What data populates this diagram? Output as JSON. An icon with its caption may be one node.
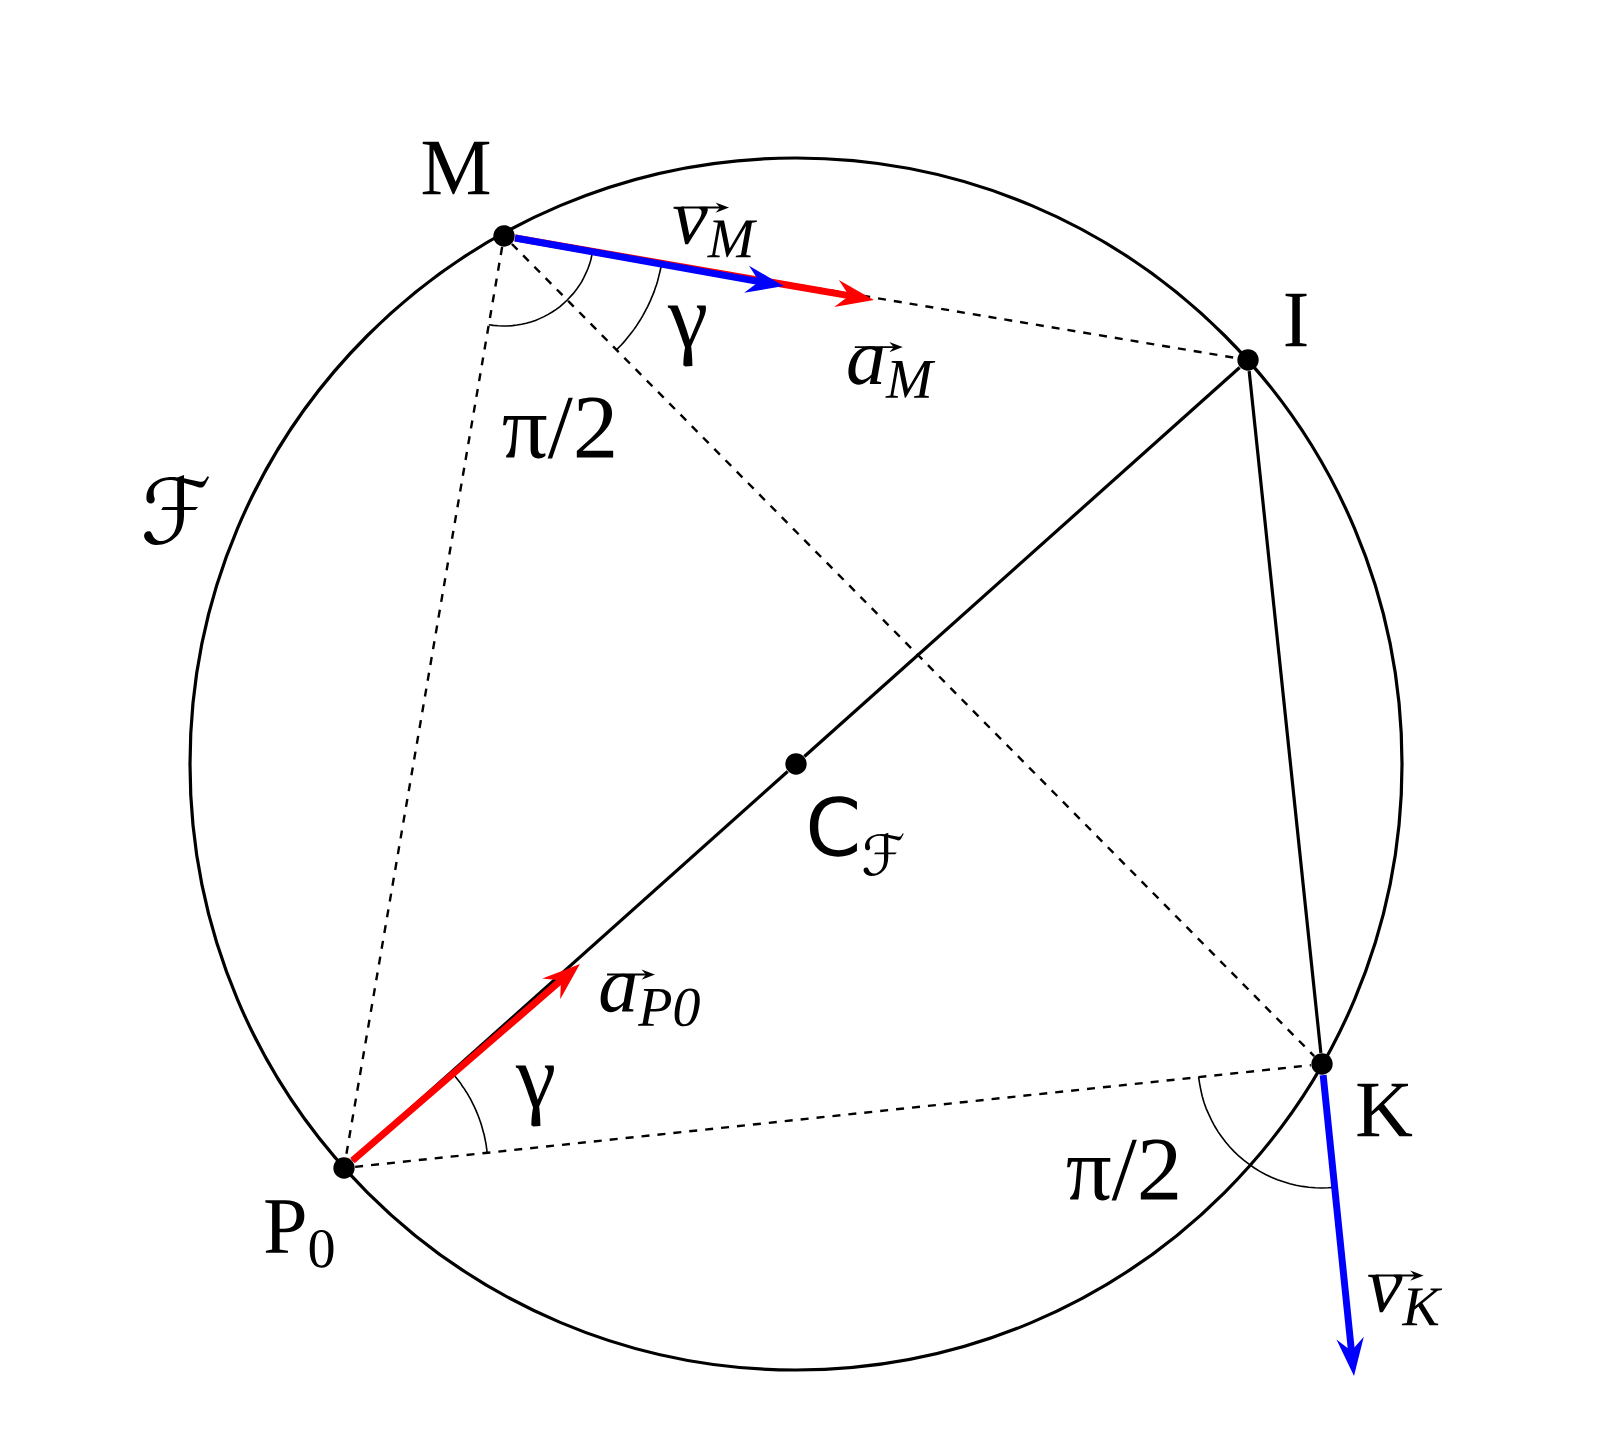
{
  "diagram": {
    "nodes": [
      {
        "text": [
          "M"
        ]
      },
      {
        "text": [
          "I"
        ]
      },
      {
        "text": [
          "C$_{ℱ}$"
        ]
      },
      {
        "text": [
          "P$_{0}$"
        ]
      },
      {
        "text": [
          "K"
        ]
      }
    ],
    "edges": [
      {
        "from": 0,
        "to": null,
        "arrow": "to",
        "label": "a$_{M}$",
        "style": "thick",
        "color": "#ff0000"
      },
      {
        "from": 0,
        "to": null,
        "arrow": "to",
        "label": "v$_{M}$",
        "style": "thick",
        "color": "#0000ff"
      },
      {
        "from": 0,
        "to": 1,
        "arrow": "none",
        "style": "dashed"
      },
      {
        "from": 0,
        "to": 3,
        "arrow": "none",
        "style": "dashed"
      },
      {
        "from": 0,
        "to": 4,
        "arrow": "none",
        "style": "dashed"
      },
      {
        "from": 3,
        "to": 2,
        "arrow": "none"
      },
      {
        "from": 2,
        "to": 1,
        "arrow": "none"
      },
      {
        "from": 3,
        "to": 4,
        "arrow": "none",
        "style": "dashed"
      },
      {
        "from": 1,
        "to": 4,
        "arrow": "none"
      },
      {
        "from": 3,
        "to": null,
        "arrow": "to",
        "label": "a$_{P0}$",
        "style": "thick",
        "color": "#ff0000"
      },
      {
        "from": 4,
        "to": null,
        "arrow": "to",
        "label": "v$_{K}$",
        "style": "thick",
        "color": "#0000ff"
      }
    ],
    "labels": [
      "ℱ",
      "γ",
      "π/2",
      "γ",
      "π/2"
    ]
  }
}
